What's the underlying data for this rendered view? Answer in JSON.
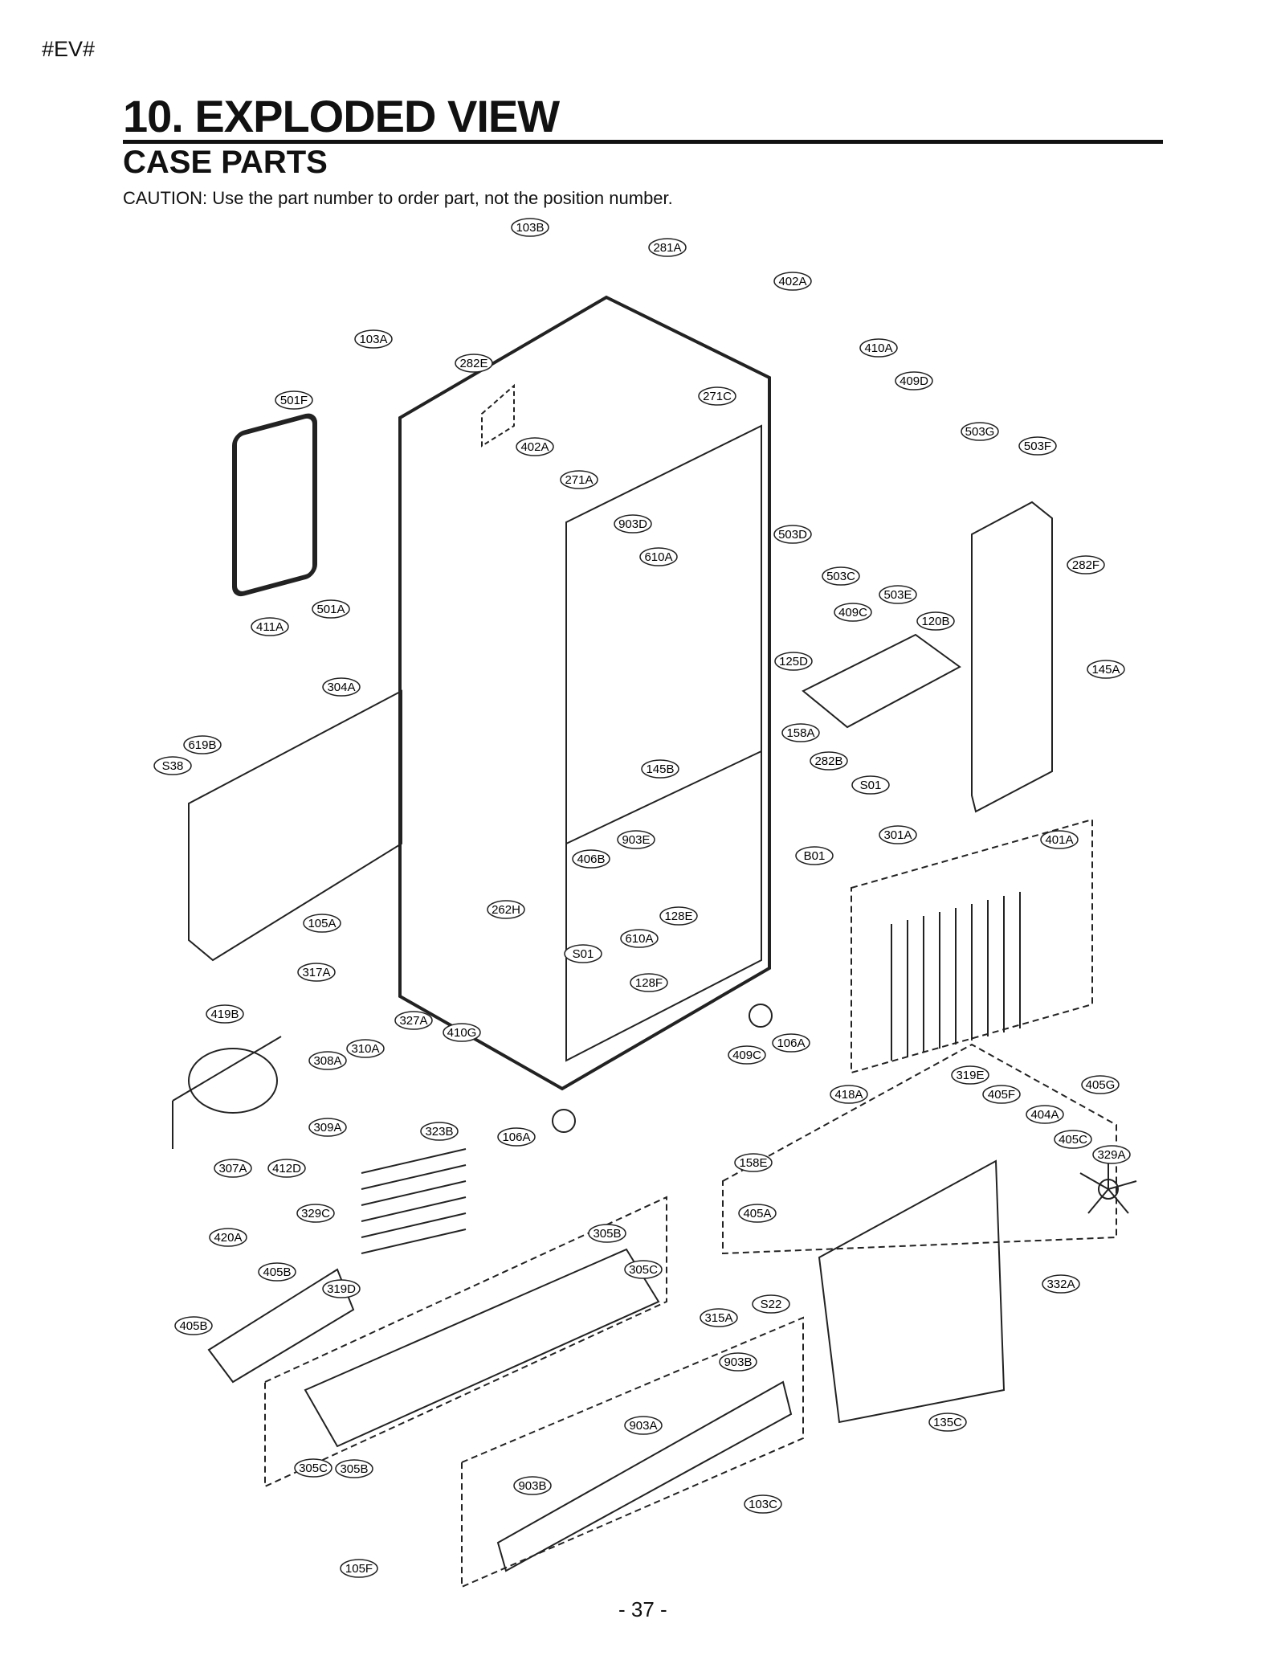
{
  "header": {
    "tag": "#EV#",
    "title": "10. EXPLODED VIEW",
    "subtitle": "CASE PARTS",
    "caution": "CAUTION: Use the part number to order part, not the position number."
  },
  "footer": {
    "page_number": "- 37 -"
  },
  "labels": [
    "103B",
    "281A",
    "402A",
    "103A",
    "282E",
    "271C",
    "410A",
    "409D",
    "501F",
    "402A",
    "503G",
    "503F",
    "271A",
    "903D",
    "503D",
    "610A",
    "503C",
    "503E",
    "282F",
    "501A",
    "409C",
    "120B",
    "411A",
    "304A",
    "125D",
    "145A",
    "158A",
    "619B",
    "S38",
    "145B",
    "282B",
    "S01",
    "903E",
    "406B",
    "B01",
    "301A",
    "401A",
    "262H",
    "128E",
    "105A",
    "610A",
    "S01",
    "317A",
    "128F",
    "419B",
    "327A",
    "410G",
    "106A",
    "409C",
    "310A",
    "308A",
    "418A",
    "319E",
    "405F",
    "405G",
    "309A",
    "404A",
    "323B",
    "106A",
    "405C",
    "329A",
    "307A",
    "412D",
    "158E",
    "405A",
    "329C",
    "420A",
    "305B",
    "305C",
    "405B",
    "319D",
    "315A",
    "S22",
    "332A",
    "405B",
    "903B",
    "903A",
    "305C",
    "305B",
    "903B",
    "135C",
    "103C",
    "105F"
  ]
}
